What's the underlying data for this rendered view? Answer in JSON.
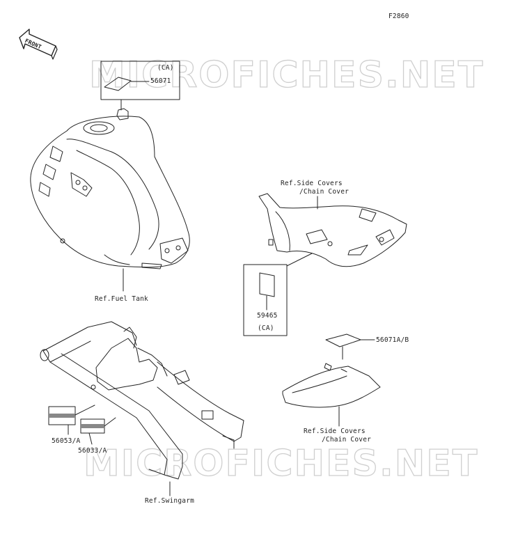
{
  "diagram_code": "F2860",
  "front_label": "FRONT",
  "watermark": "MICROFICHES.NET",
  "labels": {
    "ca_top": "(CA)",
    "part_56071": "56071",
    "ref_fuel_tank": "Ref.Fuel Tank",
    "ref_side_covers_1_line1": "Ref.Side Covers",
    "ref_side_covers_1_line2": "/Chain Cover",
    "part_59465": "59465",
    "ca_bottom": "(CA)",
    "part_56071ab": "56071A/B",
    "ref_side_covers_2_line1": "Ref.Side Covers",
    "ref_side_covers_2_line2": "/Chain Cover",
    "part_56053a": "56053/A",
    "part_56033a": "56033/A",
    "ref_swingarm": "Ref.Swingarm"
  }
}
